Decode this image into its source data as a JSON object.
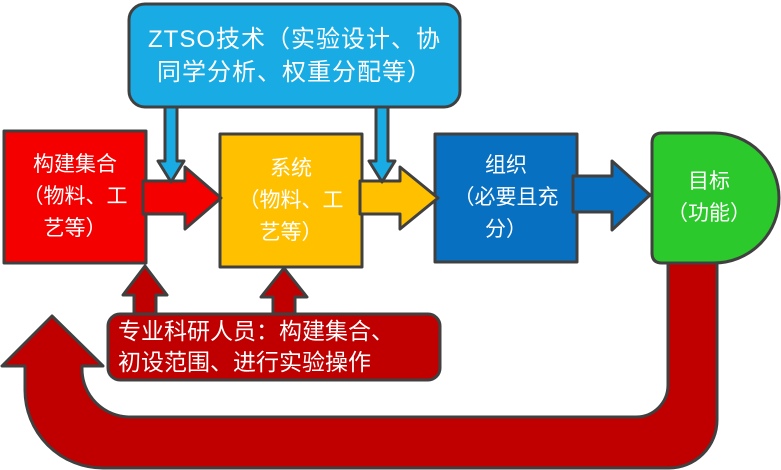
{
  "diagram": {
    "title": "ZTSO process flow diagram",
    "nodes": {
      "ztso": {
        "label": "ZTSO技术（实验设计、协\n同学分析、权重分配等）",
        "color": "#19ACE4"
      },
      "build_set": {
        "label": "构建集合\n（物料、工\n艺等）",
        "color": "#F40000"
      },
      "system": {
        "label": "系统\n（物料、工\n艺等）",
        "color": "#FFC000"
      },
      "organization": {
        "label": "组织\n（必要且充\n分）",
        "color": "#0870C0"
      },
      "goal": {
        "label": "目标\n（功能）",
        "color": "#2BC92B"
      },
      "researchers": {
        "label": "专业科研人员：构建集合、\n初设范围、进行实验操作",
        "color": "#C00000"
      }
    },
    "colors": {
      "cyan": "#19ACE4",
      "red": "#F40000",
      "gold": "#FFC000",
      "blue": "#0870C0",
      "green": "#2BC92B",
      "dark_red": "#C00000",
      "outline": "#404040"
    }
  }
}
